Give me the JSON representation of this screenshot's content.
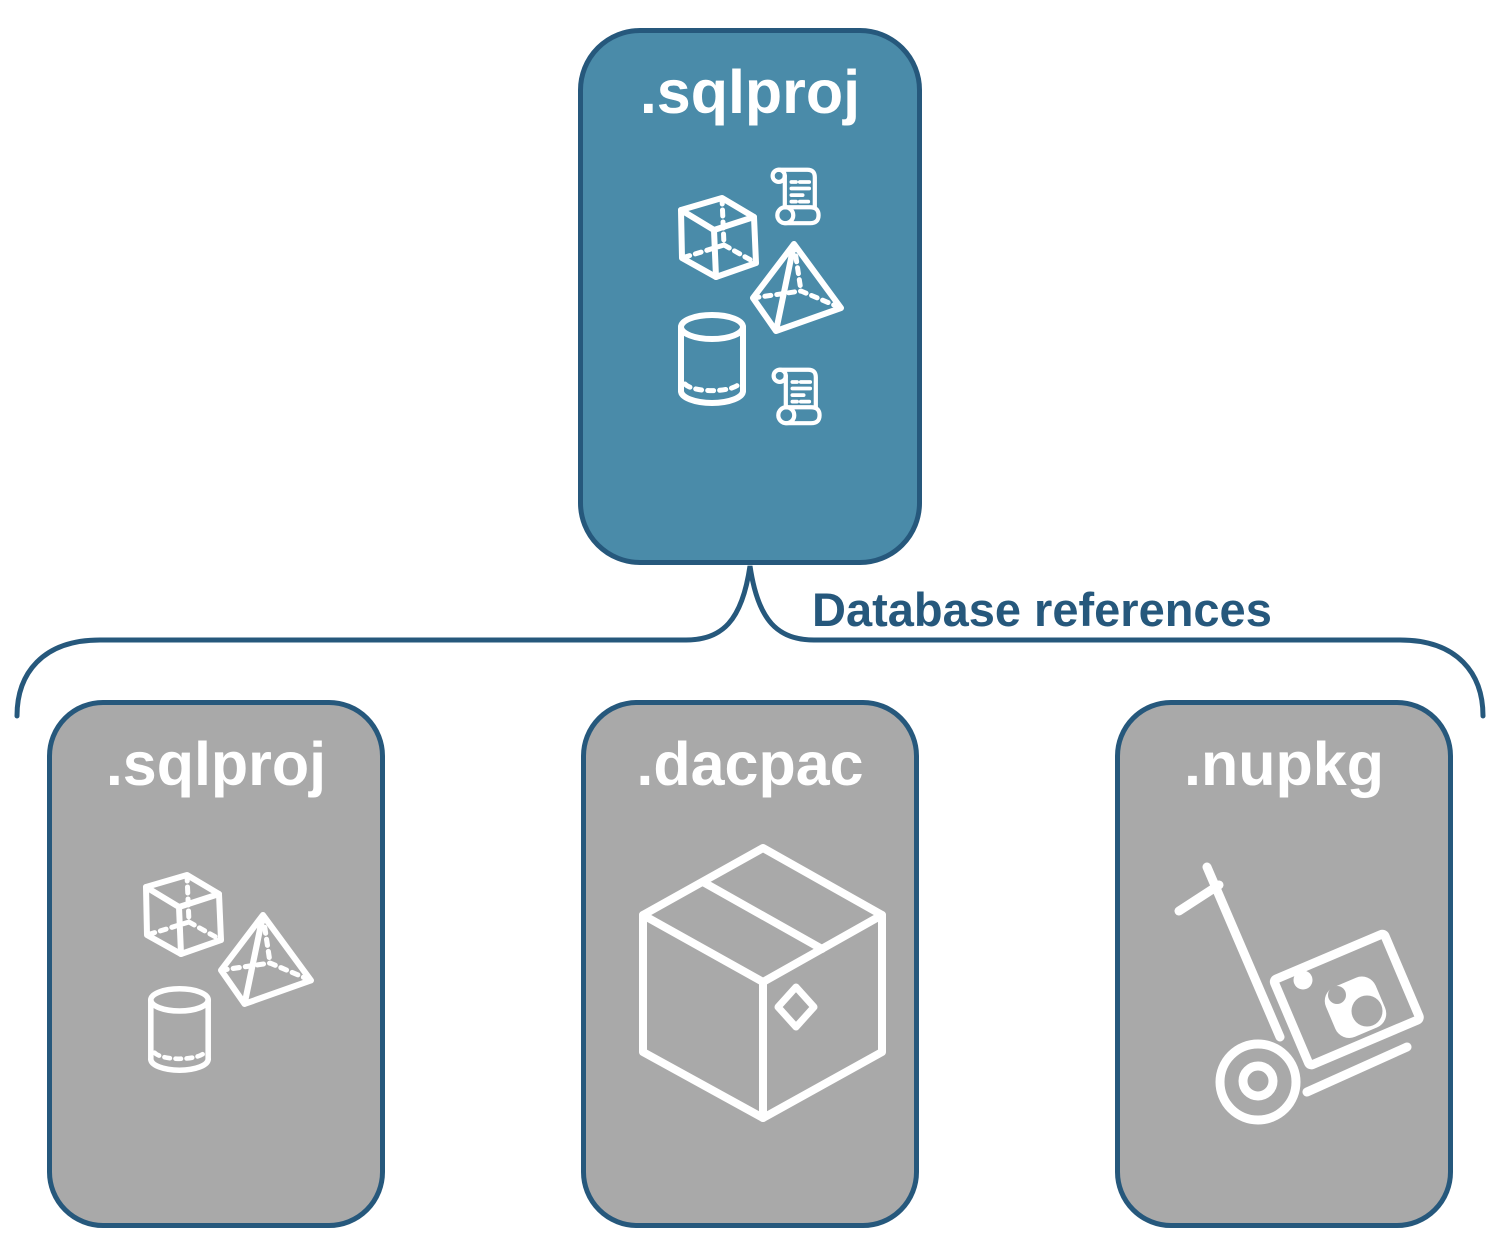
{
  "diagram": {
    "connector_label": "Database references",
    "top_node": {
      "label": ".sqlproj",
      "icons": [
        "scroll",
        "cube",
        "pyramid",
        "cylinder",
        "scroll"
      ]
    },
    "child_nodes": [
      {
        "label": ".sqlproj",
        "icons": [
          "cube",
          "pyramid",
          "cylinder"
        ]
      },
      {
        "label": ".dacpac",
        "icons": [
          "package-box"
        ]
      },
      {
        "label": ".nupkg",
        "icons": [
          "nuget-handtruck"
        ]
      }
    ],
    "colors": {
      "teal": "#4a8ba9",
      "gray": "#a9a9a9",
      "navy": "#26587c",
      "white": "#ffffff"
    }
  }
}
